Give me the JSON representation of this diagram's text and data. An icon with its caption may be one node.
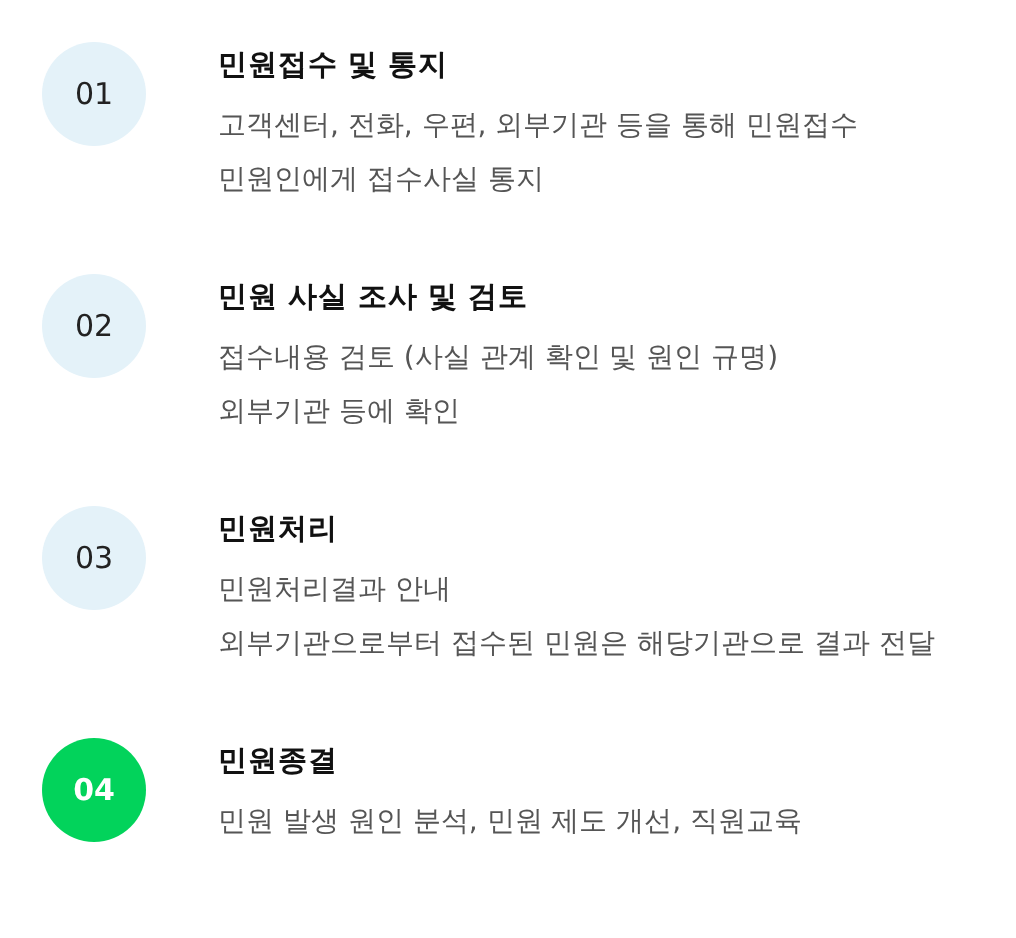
{
  "diagram": {
    "nodes": [
      {
        "text": [
          "01"
        ],
        "beside": [
          "민원접수 및 통지",
          "고객센터, 전화, 우편, 외부기관 등을 통해 민원접수",
          "민원인에게 접수사실 통지"
        ]
      },
      {
        "text": [
          "02"
        ],
        "beside": [
          "민원 사실 조사 및 검토",
          "접수내용 검토 (사실 관계 확인 및 원인 규명)",
          "외부기관 등에 확인"
        ]
      },
      {
        "text": [
          "03"
        ],
        "beside": [
          "민원처리",
          "민원처리결과 안내",
          "외부기관으로부터 접수된 민원은 해당기관으로 결과 전달"
        ]
      },
      {
        "text": [
          "04"
        ],
        "beside": [
          "민원종결",
          "민원 발생 원인 분석, 민원 제도 개선, 직원교육"
        ]
      }
    ]
  }
}
